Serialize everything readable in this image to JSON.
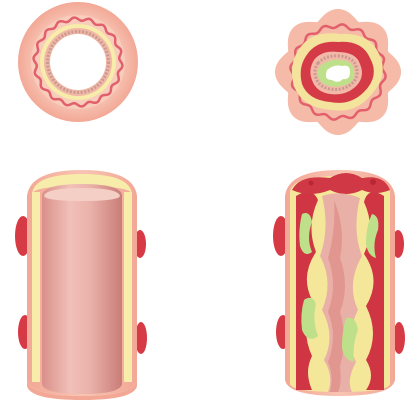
{
  "diagram": {
    "panels": [
      {
        "id": "healthy-cross-section",
        "view": "cross-section",
        "condition": "healthy"
      },
      {
        "id": "diseased-cross-section",
        "view": "cross-section",
        "condition": "narrowed"
      },
      {
        "id": "healthy-longitudinal",
        "view": "longitudinal",
        "condition": "healthy"
      },
      {
        "id": "diseased-longitudinal",
        "view": "longitudinal",
        "condition": "narrowed"
      }
    ],
    "colors": {
      "outer_wall": "#f6b8a8",
      "outer_wall_dark": "#f1a090",
      "media": "#f7c9b8",
      "wavy_line": "#e2606b",
      "yellow_layer": "#f8ecaa",
      "intima_ring": "#f1b7a7",
      "endothelium": "#d9a79a",
      "lumen": "#ffffff",
      "inner_tube": "#ebb3ab",
      "inner_tube_dark": "#d98e88",
      "red_spot": "#d63a45",
      "plaque_red": "#cf3543",
      "plaque_green": "#bfe08a",
      "plaque_yellow": "#f5e79a"
    }
  }
}
